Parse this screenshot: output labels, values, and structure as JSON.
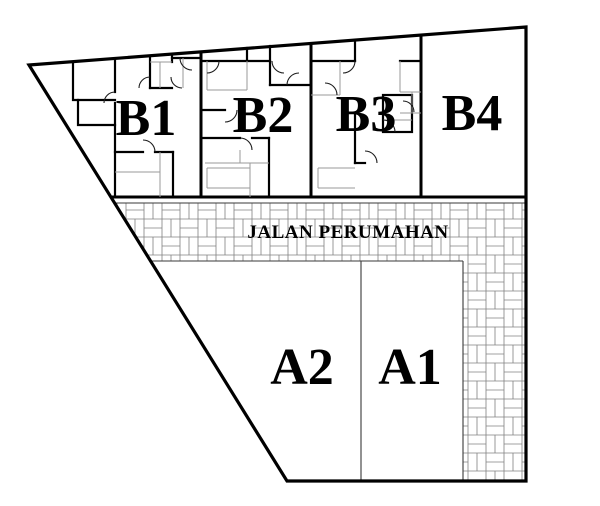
{
  "diagram": {
    "kind": "housing-site-plan",
    "road": {
      "label": "JALAN PERUMAHAN"
    },
    "units": [
      {
        "id": "b1",
        "label": "B1"
      },
      {
        "id": "b2",
        "label": "B2"
      },
      {
        "id": "b3",
        "label": "B3"
      },
      {
        "id": "b4",
        "label": "B4"
      },
      {
        "id": "a2",
        "label": "A2"
      },
      {
        "id": "a1",
        "label": "A1"
      }
    ]
  },
  "colors": {
    "wall": "#000000",
    "thin": "#9a9a9a",
    "hatch": "#808080",
    "bg": "#ffffff",
    "ink": "#000000"
  }
}
